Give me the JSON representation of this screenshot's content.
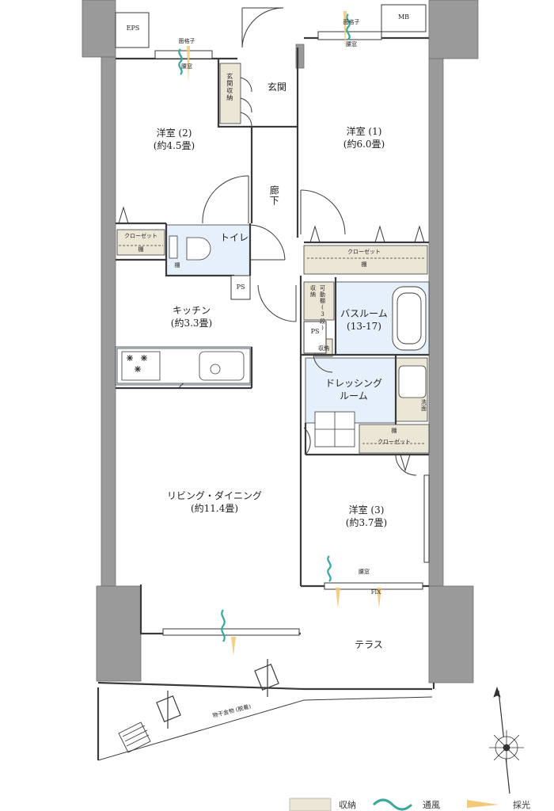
{
  "rooms": {
    "western_1": {
      "name": "洋室 (1)",
      "area": "(約6.0畳)"
    },
    "western_2": {
      "name": "洋室 (2)",
      "area": "(約4.5畳)"
    },
    "western_3": {
      "name": "洋室 (3)",
      "area": "(約3.7畳)"
    },
    "kitchen": {
      "name": "キッチン",
      "area": "(約3.3畳)"
    },
    "living": {
      "name": "リビング・ダイニング",
      "area": "(約11.4畳)"
    },
    "bathroom": {
      "name": "バスルーム",
      "area": "(13-17)"
    },
    "dressing": {
      "name": "ドレッシング",
      "name2": "ルーム"
    },
    "toilet": "トイレ",
    "entrance": "玄関",
    "hallway": "廊下",
    "terrace": "テラス"
  },
  "labels": {
    "eps": "EPS",
    "mb": "MB",
    "ps": "PS",
    "closet": "クローゼット",
    "shelf": "棚",
    "entrance_storage": "玄関収納",
    "grille_left": "面格子",
    "grille_right": "面格子",
    "waist_window": "腰窓",
    "fix": "FIX",
    "movable_shelf_1": "可動棚(3段)",
    "movable_shelf_2": "収納",
    "storage": "収納",
    "mirror": "洗面",
    "laundry": "物干金物 (脱着)"
  },
  "legend": {
    "storage": "収納",
    "ventilation": "通風",
    "daylight": "採光"
  },
  "colors": {
    "wall": "#9a9a9a",
    "wall_dark": "#8c8c8c",
    "storage": "#ece6d6",
    "wet": "#e6f0fb",
    "line": "#3a3a3a",
    "wind": "#3aa79a",
    "light": "#f2c97a"
  }
}
